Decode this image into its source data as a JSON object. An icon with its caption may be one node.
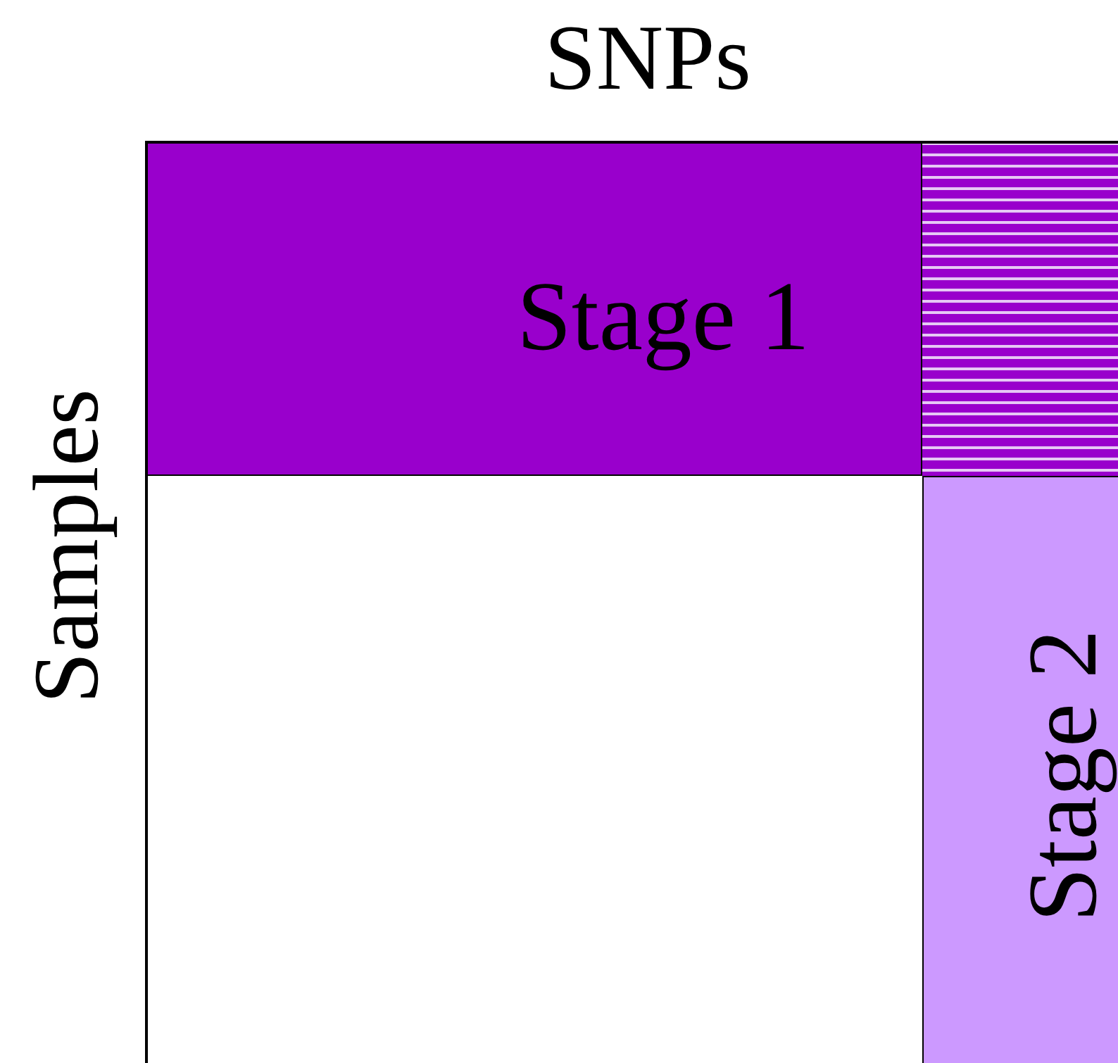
{
  "diagram": {
    "nodes": [
      {
        "text": [
          "Stage 1"
        ]
      },
      {
        "text": [
          "Stage 2"
        ]
      }
    ],
    "edges": [],
    "labels": [
      "SNPs",
      "Samples"
    ]
  }
}
